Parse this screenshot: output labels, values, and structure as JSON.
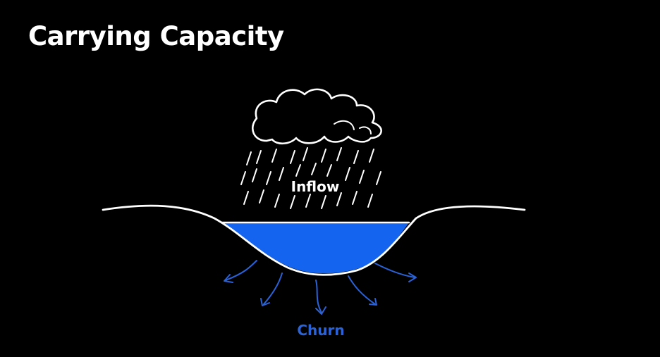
{
  "slide": {
    "title": "Carrying Capacity",
    "background_color": "#000000"
  },
  "diagram": {
    "inflow_label": "Inflow",
    "churn_label": "Churn",
    "colors": {
      "outline": "#ffffff",
      "water": "#1464f0",
      "churn": "#2a63d8",
      "inflow_text": "#ffffff"
    },
    "icons": [
      "rain-cloud-icon",
      "water-pool",
      "churn-arrows"
    ]
  }
}
